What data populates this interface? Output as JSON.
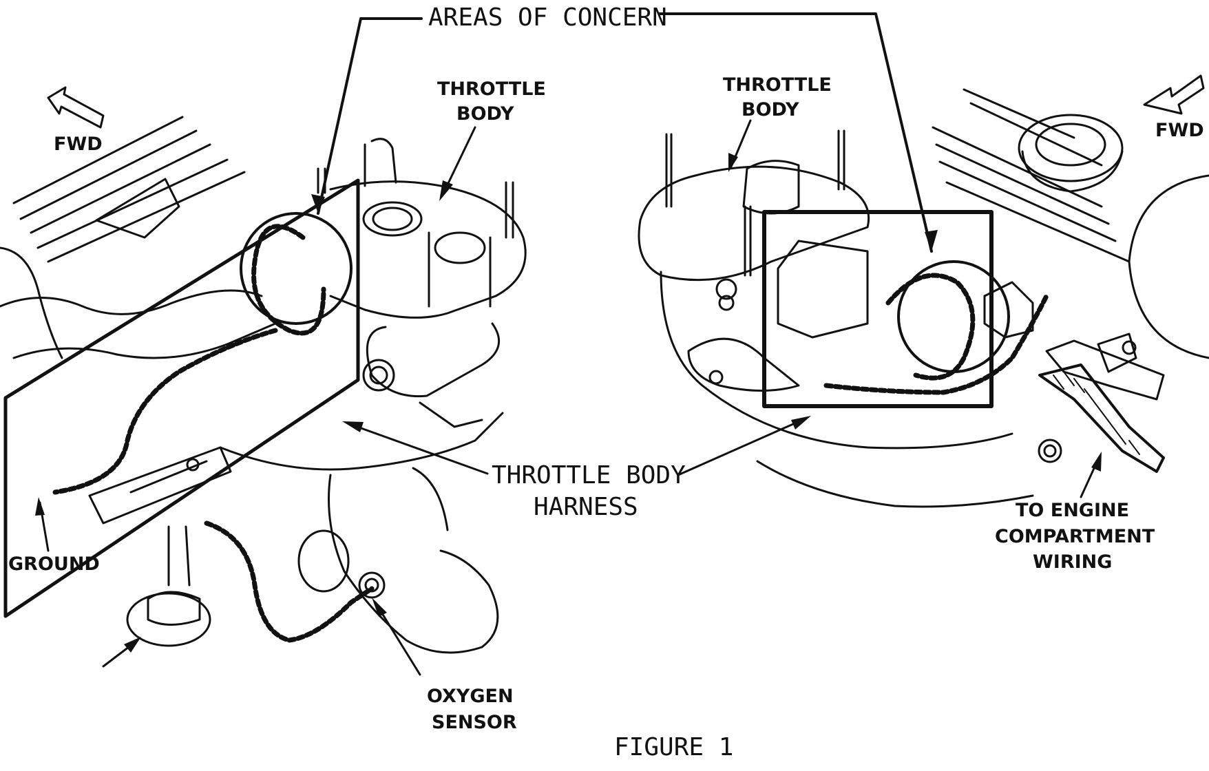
{
  "figure": {
    "callout_top": "AREAS OF CONCERN",
    "caption": "FIGURE 1"
  },
  "left_view": {
    "fwd": "FWD",
    "throttle_body": [
      "THROTTLE",
      "BODY"
    ],
    "ground": "GROUND",
    "oxygen_sensor": [
      "OXYGEN",
      "SENSOR"
    ]
  },
  "right_view": {
    "fwd": "FWD",
    "throttle_body": [
      "THROTTLE",
      "BODY"
    ],
    "to_engine": [
      "TO ENGINE",
      "COMPARTMENT",
      "WIRING"
    ]
  },
  "shared": {
    "harness": [
      "THROTTLE BODY",
      "HARNESS"
    ]
  }
}
